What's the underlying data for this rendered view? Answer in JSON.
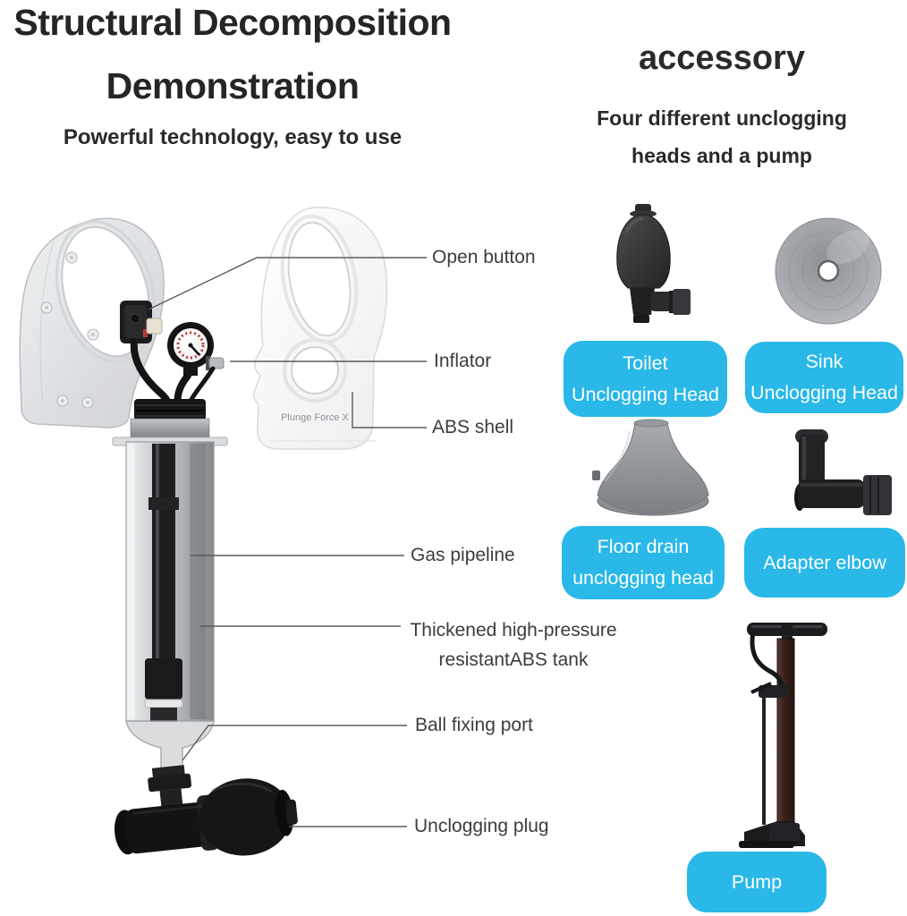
{
  "header": {
    "title_line1": "Structural Decomposition",
    "title_line2": "Demonstration",
    "subtitle": "Powerful technology, easy to use"
  },
  "accessory": {
    "title": "accessory",
    "subtitle_line1": "Four different unclogging",
    "subtitle_line2": "heads and a pump",
    "buttons": [
      {
        "line1": "Toilet",
        "line2": "Unclogging Head"
      },
      {
        "line1": "Sink",
        "line2": "Unclogging Head"
      },
      {
        "line1": "Floor drain",
        "line2": "unclogging head"
      },
      {
        "line1": "Adapter elbow"
      },
      {
        "line1": "Pump"
      }
    ]
  },
  "diagram": {
    "product_text": "Plunge Force X",
    "callouts": [
      {
        "label": "Open button"
      },
      {
        "label": "Inflator"
      },
      {
        "label": "ABS shell"
      },
      {
        "label": "Gas pipeline"
      },
      {
        "label": "Thickened high-pressure",
        "label2": "resistantABS tank"
      },
      {
        "label": "Ball fixing port"
      },
      {
        "label": "Unclogging plug"
      }
    ]
  },
  "colors": {
    "accent_blue": "#29b8e8",
    "button_text": "#ffffff",
    "title_text": "#252525",
    "label_text": "#3c3c3c",
    "leader_line": "#5b5b5b"
  }
}
